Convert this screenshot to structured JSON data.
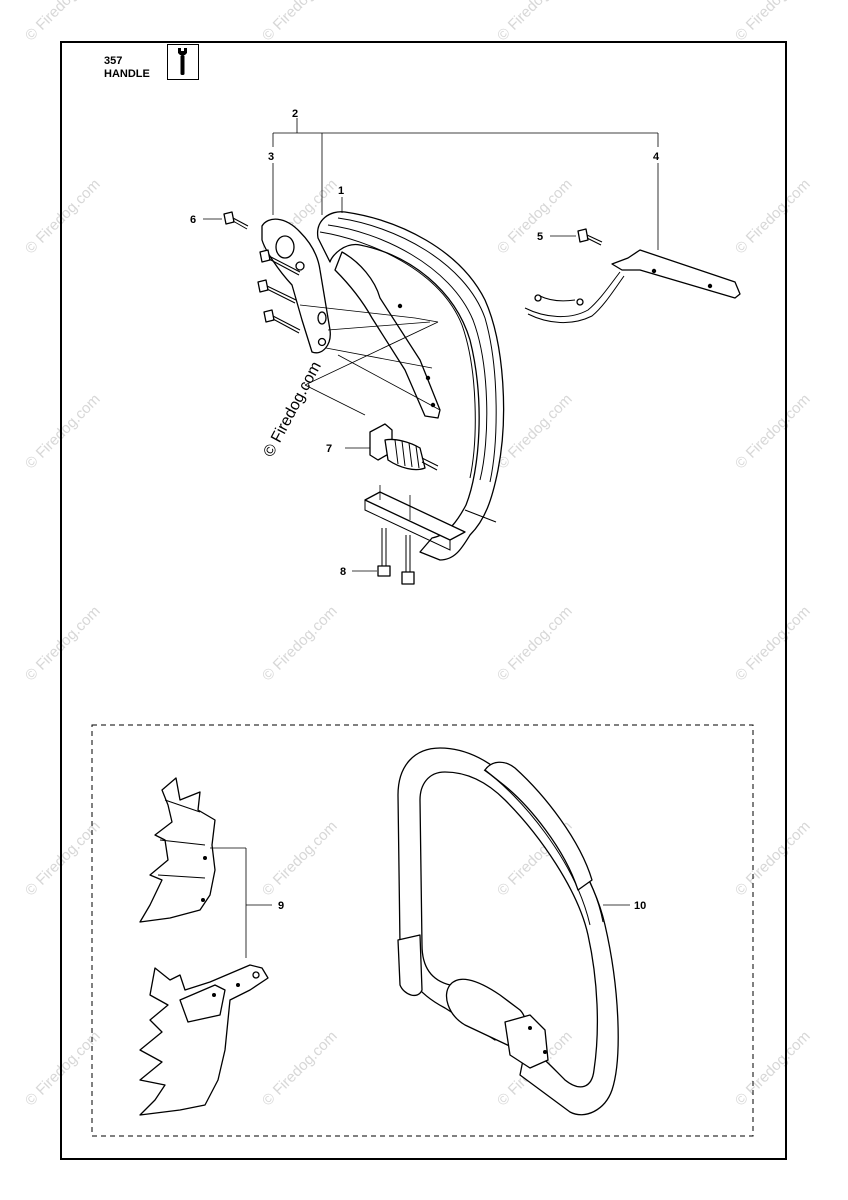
{
  "header": {
    "model": "357",
    "title": "HANDLE",
    "tool_icon": "wrench-icon"
  },
  "watermark_text": "© Firedog.com",
  "diagram_watermark": "© Firedog.com",
  "callouts": {
    "c1": "1",
    "c2": "2",
    "c3": "3",
    "c4": "4",
    "c5": "5",
    "c6": "6",
    "c7": "7",
    "c8": "8",
    "c9": "9",
    "c10": "10"
  }
}
